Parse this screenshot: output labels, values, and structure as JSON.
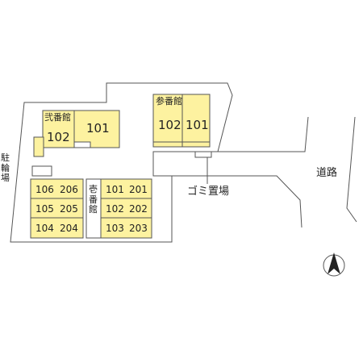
{
  "parking_label": "駐輪場",
  "road_label": "道路",
  "garbage_label": "ゴミ置場",
  "buildings": {
    "ni": {
      "name": "弐番館",
      "unit_left": "102",
      "unit_right": "101"
    },
    "san": {
      "name": "参番館",
      "unit_left": "102",
      "unit_right": "101"
    },
    "ichi": {
      "name": "壱番館",
      "west_rows": [
        {
          "a": "106",
          "b": "206"
        },
        {
          "a": "105",
          "b": "205"
        },
        {
          "a": "104",
          "b": "204"
        }
      ],
      "east_rows": [
        {
          "a": "101",
          "b": "201"
        },
        {
          "a": "102",
          "b": "202"
        },
        {
          "a": "103",
          "b": "203"
        }
      ]
    }
  },
  "colors": {
    "building_fill": "#fdf2a0",
    "outline": "#555555"
  },
  "compass": "north-arrow"
}
